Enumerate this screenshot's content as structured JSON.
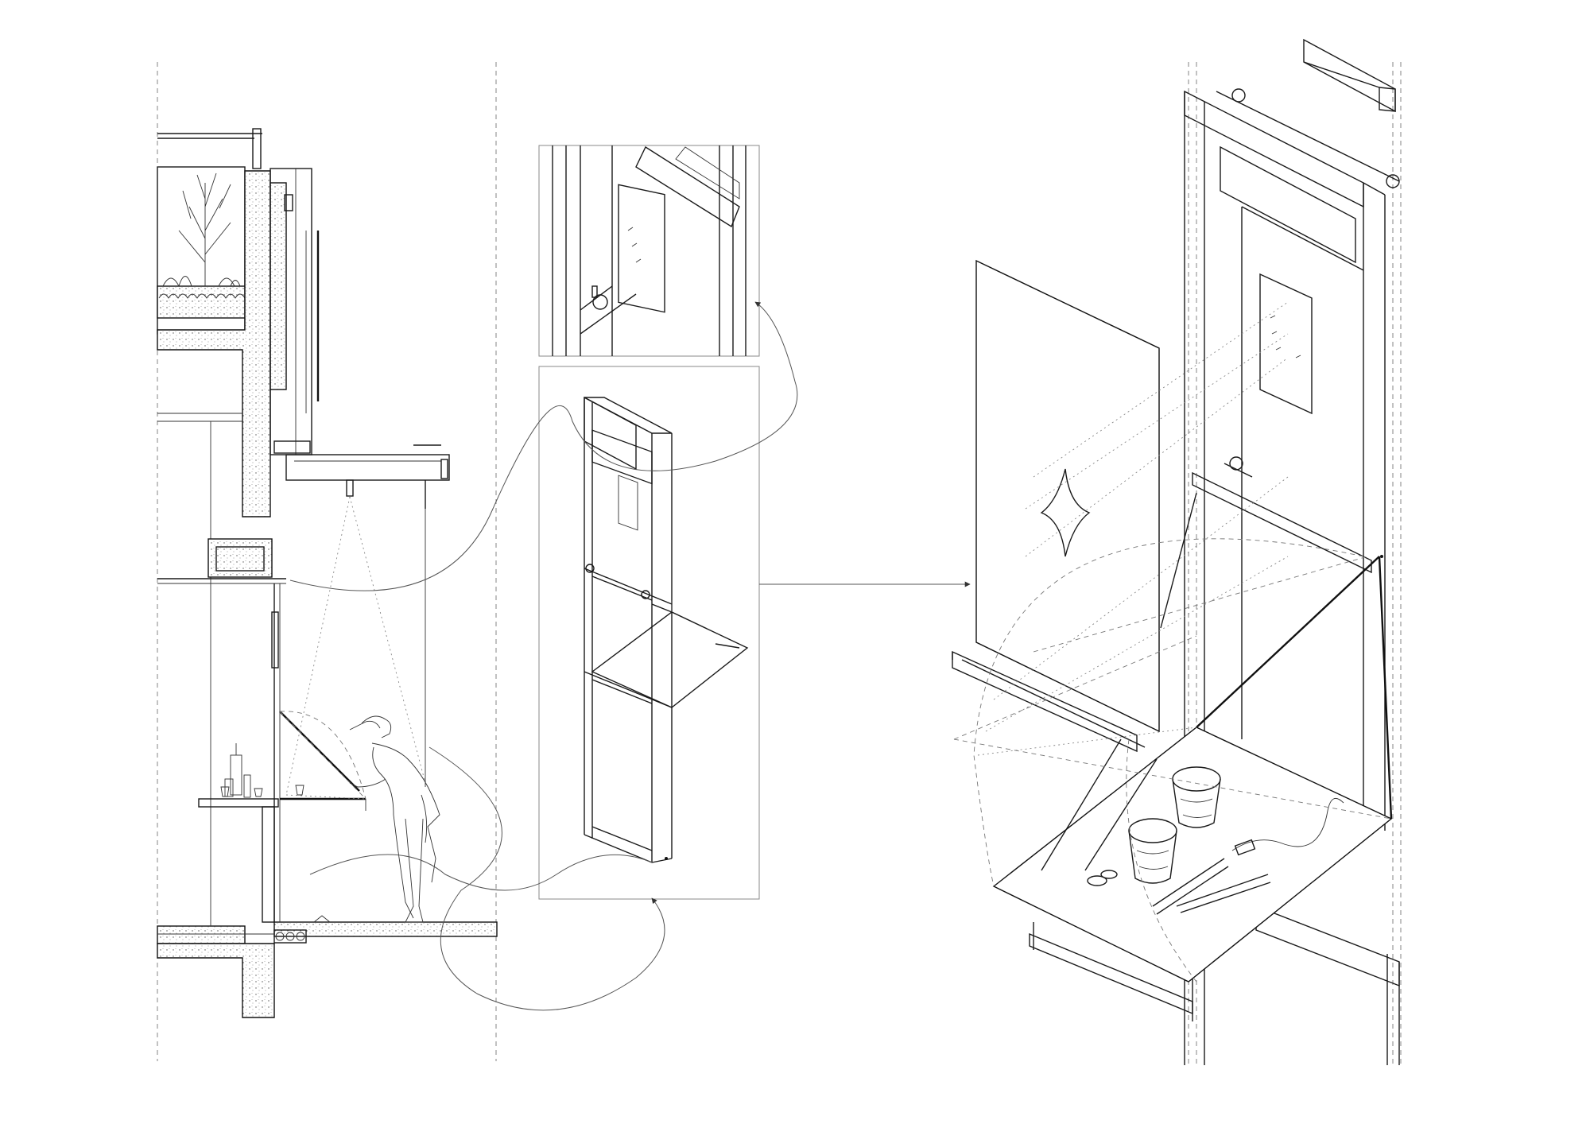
{
  "diagram": {
    "views": [
      "section-view",
      "detail-view",
      "module-view",
      "exploded-axonometric"
    ],
    "text_labels": [],
    "colors": {
      "ink": "#111111",
      "guide": "#777777",
      "paper": "#ffffff"
    }
  }
}
